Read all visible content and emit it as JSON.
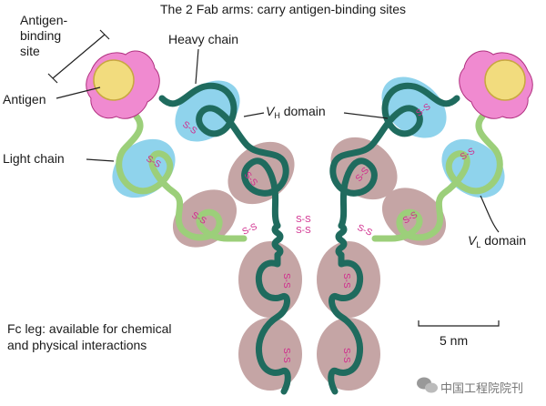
{
  "title": "The 2 Fab arms: carry antigen-binding sites",
  "labels": {
    "antigen_binding_line1": "Antigen-",
    "antigen_binding_line2": "binding",
    "antigen_binding_line3": "site",
    "antigen": "Antigen",
    "heavy_chain": "Heavy chain",
    "light_chain": "Light chain",
    "vh_letter": "V",
    "vh_sub": "H",
    "vh_rest": " domain",
    "vl_letter": "V",
    "vl_sub": "L",
    "vl_rest": " domain",
    "fc_line1": "Fc leg: available for chemical",
    "fc_line2": "and physical interactions",
    "scale": "5 nm",
    "ss": "S-S"
  },
  "watermark": "中国工程院院刊",
  "colors": {
    "heavy_chain": "#1f6b5e",
    "light_chain": "#9ccf7a",
    "variable_domain": "#8fd3ec",
    "constant_domain": "#c5a5a5",
    "disulfide": "#d02a8c",
    "antigen": "#f3e17a",
    "binding_site": "#f08ad0"
  }
}
